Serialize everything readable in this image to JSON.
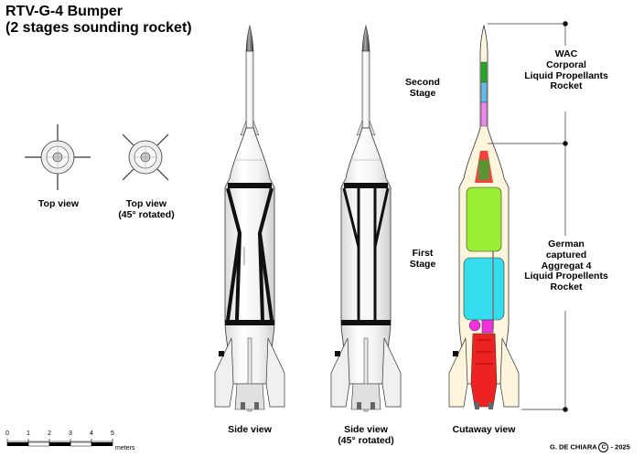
{
  "title": {
    "line1": "RTV-G-4 Bumper",
    "line2": "(2 stages sounding rocket)"
  },
  "views": {
    "top": "Top view",
    "top_rotated_line1": "Top view",
    "top_rotated_line2": "(45° rotated)",
    "side": "Side view",
    "side_rotated_line1": "Side view",
    "side_rotated_line2": "(45° rotated)",
    "cutaway": "Cutaway view"
  },
  "stages": {
    "second_line1": "Second",
    "second_line2": "Stage",
    "first_line1": "First",
    "first_line2": "Stage"
  },
  "annotations": {
    "upper_lines": [
      "WAC",
      "Corporal",
      "Liquid Propellants",
      "Rocket"
    ],
    "lower_lines": [
      "German",
      "captured",
      "Aggregat 4",
      "Liquid Propellents",
      "Rocket"
    ]
  },
  "scale": {
    "ticks": [
      "0",
      "1",
      "2",
      "3",
      "4",
      "5"
    ],
    "unit": "meters"
  },
  "credit": {
    "author": "G. DE CHIARA",
    "copyright_symbol": "C",
    "year": "- 2025"
  },
  "colors": {
    "body_fill": "#f4f4f4",
    "outline": "#333333",
    "band": "#111111",
    "cutaway_bg": "#fdf5dc",
    "tank_green": "#99ee33",
    "tank_cyan": "#33ddee",
    "engine_red": "#ee2222",
    "pump_magenta": "#ee33dd",
    "wac_green": "#22aa22",
    "wac_blue": "#66bbee",
    "wac_pink": "#ee88ee",
    "nose_tip": "#555555"
  }
}
